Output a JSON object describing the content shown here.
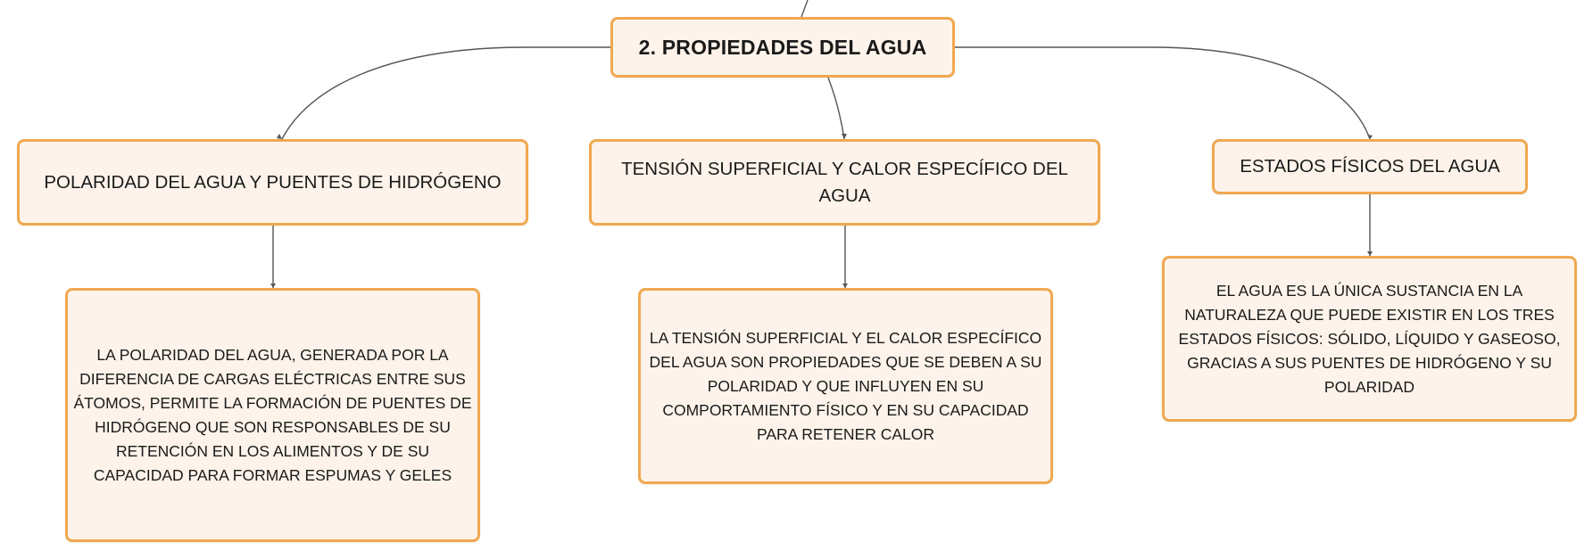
{
  "root": {
    "label": "2. PROPIEDADES DEL AGUA"
  },
  "branches": [
    {
      "label": "POLARIDAD DEL AGUA Y PUENTES DE HIDRÓGENO",
      "description": "LA POLARIDAD DEL AGUA, GENERADA POR LA DIFERENCIA DE CARGAS ELÉCTRICAS ENTRE SUS ÁTOMOS, PERMITE LA FORMACIÓN DE PUENTES DE HIDRÓGENO QUE SON RESPONSABLES DE SU RETENCIÓN EN LOS ALIMENTOS Y DE SU CAPACIDAD PARA FORMAR ESPUMAS Y GELES"
    },
    {
      "label": "TENSIÓN SUPERFICIAL Y CALOR ESPECÍFICO DEL AGUA",
      "description": "LA TENSIÓN SUPERFICIAL Y EL CALOR ESPECÍFICO DEL AGUA SON PROPIEDADES QUE SE DEBEN A SU POLARIDAD Y QUE INFLUYEN EN SU COMPORTAMIENTO FÍSICO Y EN SU CAPACIDAD PARA RETENER CALOR"
    },
    {
      "label": "ESTADOS FÍSICOS DEL AGUA",
      "description": "EL AGUA ES LA ÚNICA SUSTANCIA EN LA NATURALEZA QUE PUEDE EXISTIR EN LOS TRES ESTADOS FÍSICOS: SÓLIDO, LÍQUIDO Y GASEOSO, GRACIAS A SUS PUENTES DE HIDRÓGENO Y SU POLARIDAD"
    }
  ],
  "colors": {
    "node_fill": "#fdf3ea",
    "node_border": "#f0a850",
    "connector": "#555555"
  }
}
